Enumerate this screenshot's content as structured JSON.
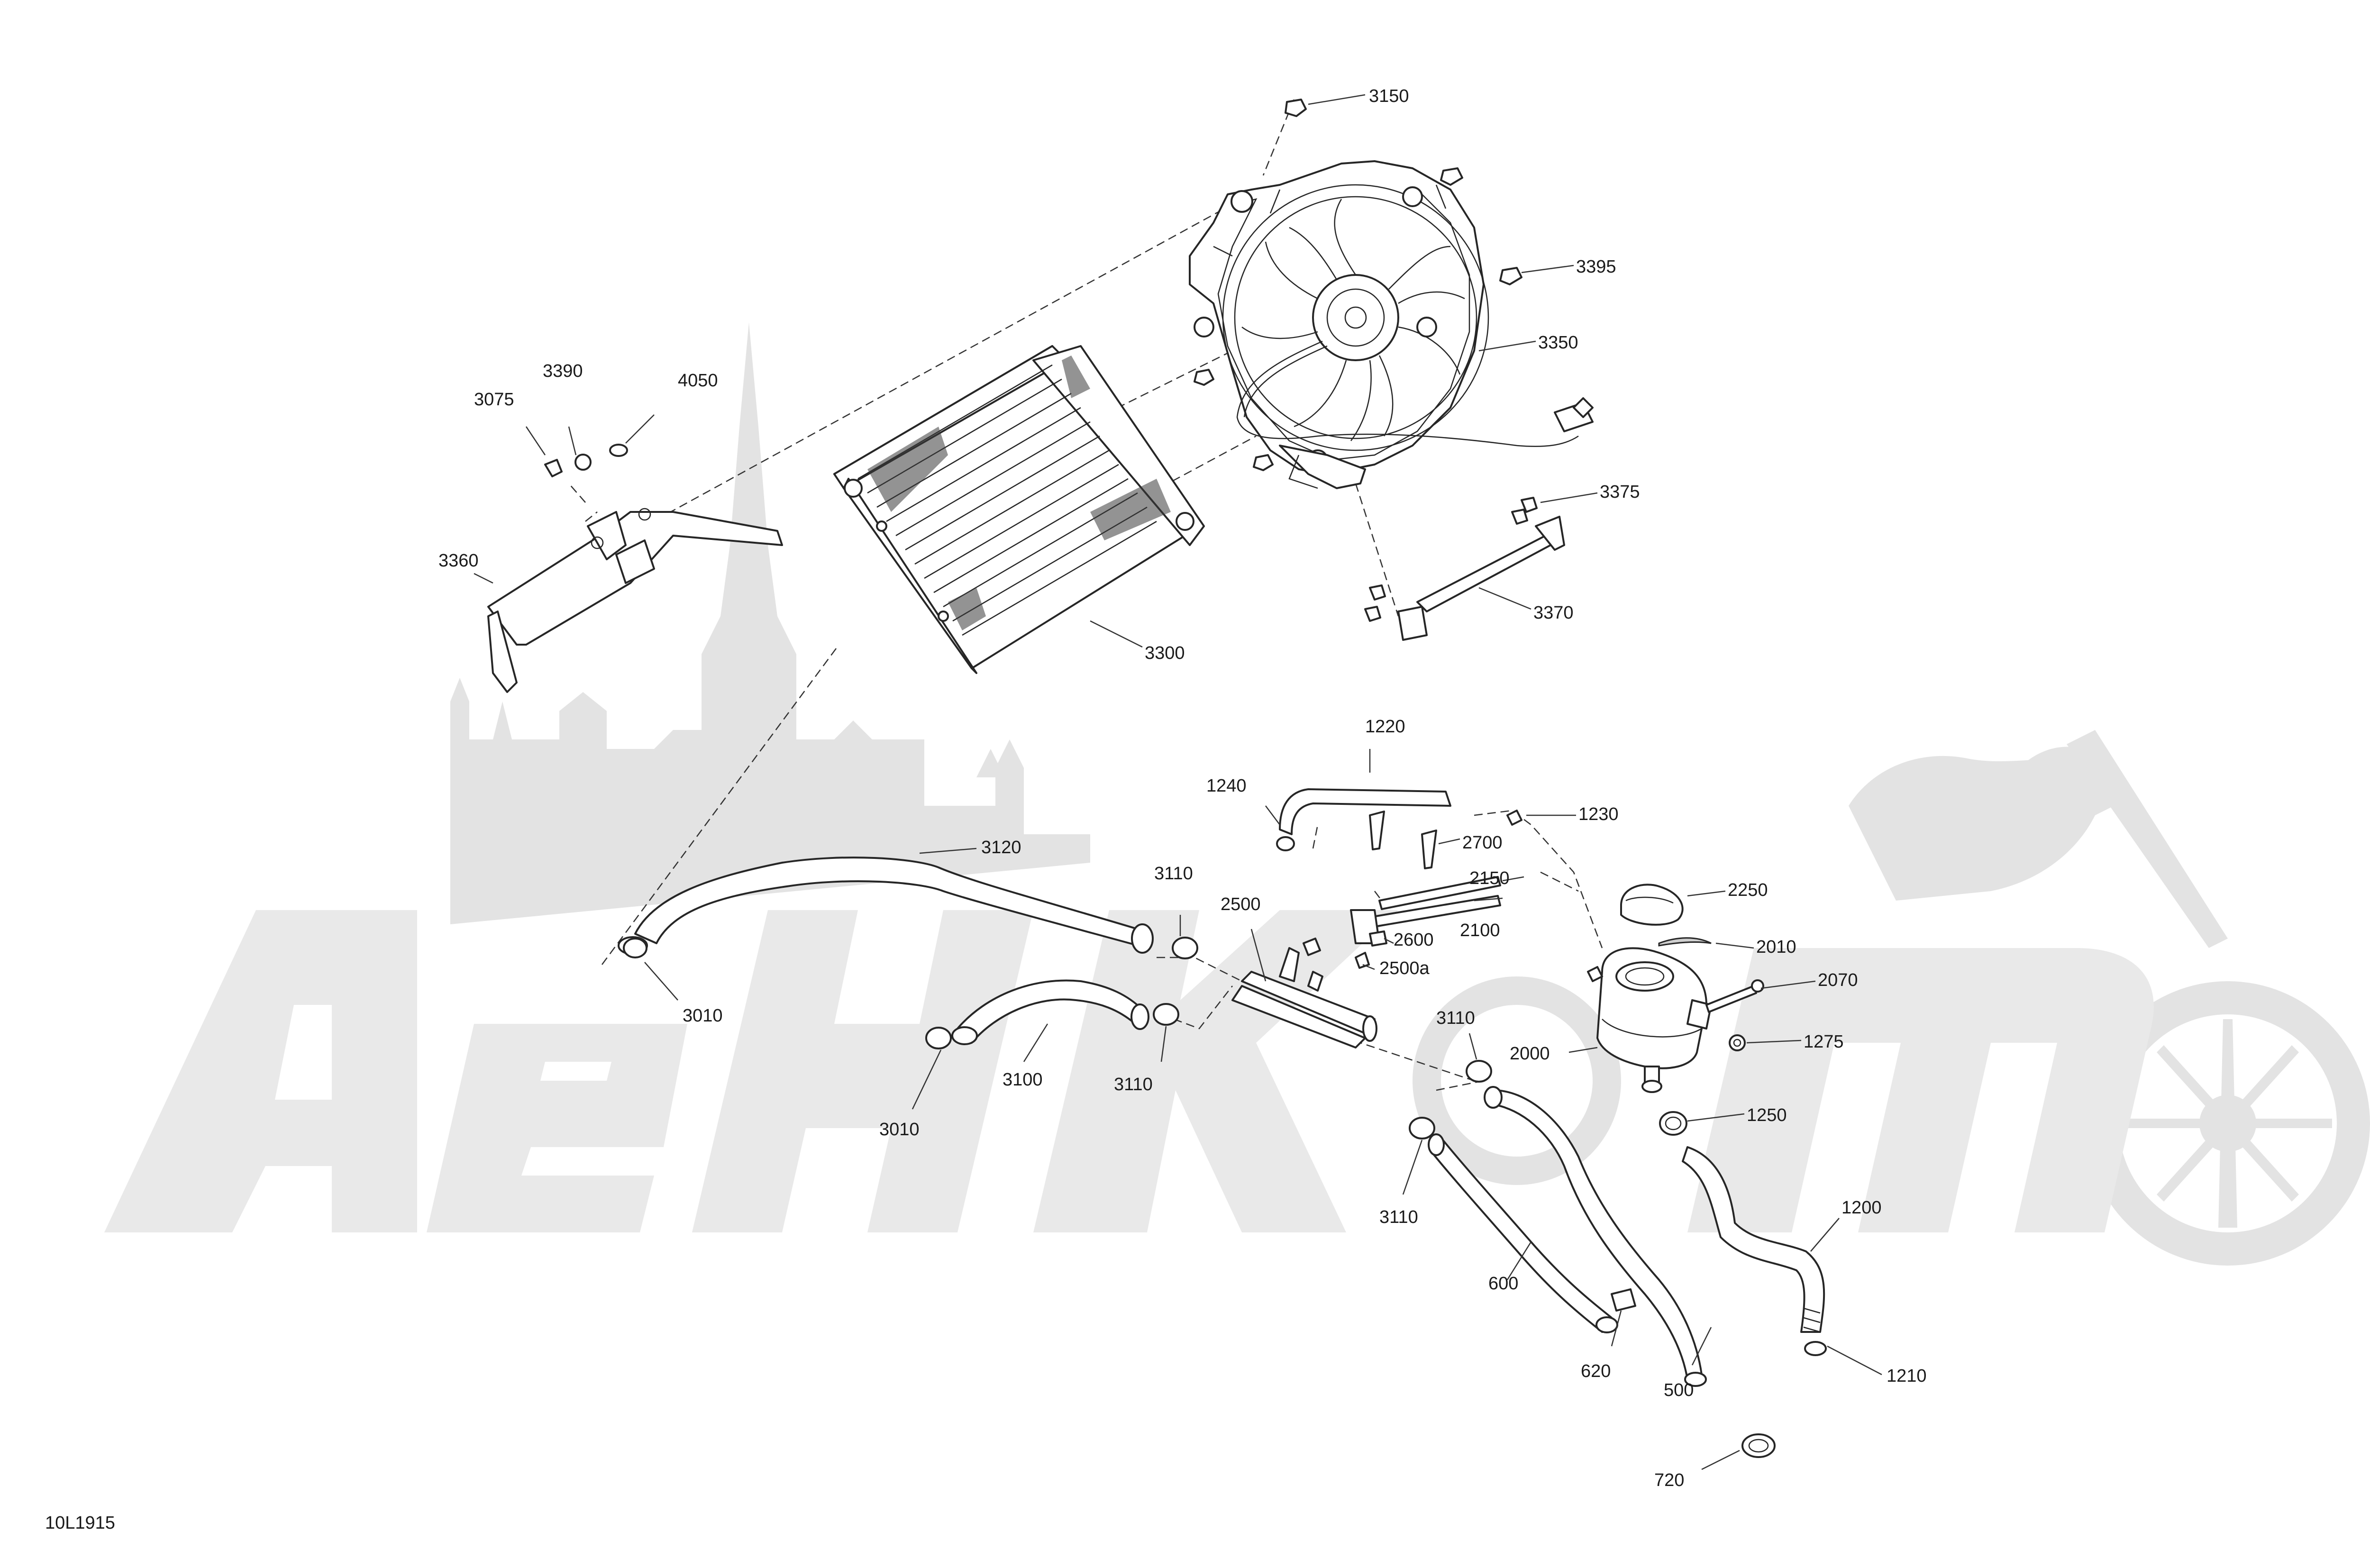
{
  "drawing_id": "10L1915",
  "callouts": {
    "c3150": "3150",
    "c3395": "3395",
    "c3350": "3350",
    "c3375": "3375",
    "c3370": "3370",
    "c3300": "3300",
    "c3390": "3390",
    "c4050": "4050",
    "c3075": "3075",
    "c3360": "3360",
    "c1220": "1220",
    "c1240": "1240",
    "c1230": "1230",
    "c2700": "2700",
    "c2150": "2150",
    "c2250": "2250",
    "c3120": "3120",
    "c3110_a": "3110",
    "c2500": "2500",
    "c2600": "2600",
    "c2100": "2100",
    "c2010": "2010",
    "c2500a": "2500a",
    "c2070": "2070",
    "c3010_a": "3010",
    "c3110_b": "3110",
    "c2000": "2000",
    "c1275": "1275",
    "c3100": "3100",
    "c3110_c": "3110",
    "c3010_b": "3010",
    "c1250": "1250",
    "c3110_d": "3110",
    "c1200": "1200",
    "c600": "600",
    "c620": "620",
    "c500": "500",
    "c1210": "1210",
    "c720": "720"
  }
}
